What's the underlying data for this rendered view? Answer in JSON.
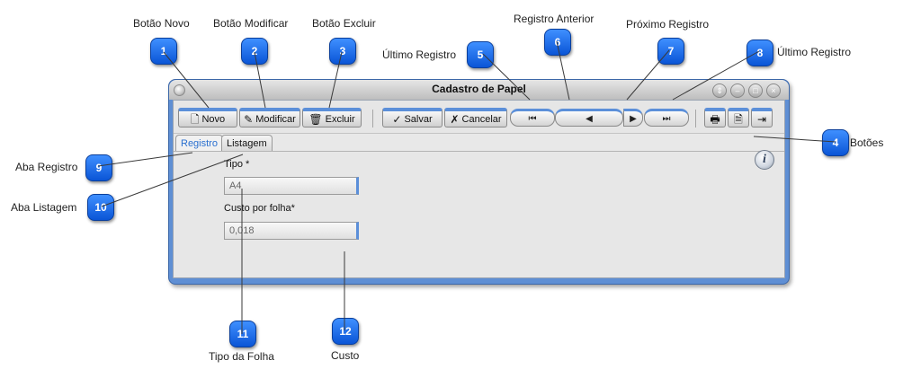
{
  "callouts": [
    {
      "n": "1",
      "label": "Botão Novo"
    },
    {
      "n": "2",
      "label": "Botão Modificar"
    },
    {
      "n": "3",
      "label": "Botão Excluir"
    },
    {
      "n": "4",
      "label": "Botões"
    },
    {
      "n": "5",
      "label": "Último Registro"
    },
    {
      "n": "6",
      "label": "Registro Anterior"
    },
    {
      "n": "7",
      "label": "Próximo Registro"
    },
    {
      "n": "8",
      "label": "Último Registro"
    },
    {
      "n": "9",
      "label": "Aba Registro"
    },
    {
      "n": "10",
      "label": "Aba Listagem"
    },
    {
      "n": "11",
      "label": "Tipo da Folha"
    },
    {
      "n": "12",
      "label": "Custo"
    }
  ],
  "window": {
    "title": "Cadastro de Papel",
    "controls": {
      "restore": "⇕",
      "minimize": "–",
      "maximize": "□",
      "close": "×"
    }
  },
  "toolbar": {
    "novo": {
      "label": "Novo",
      "icon": "new-document-icon",
      "glyph": "🗋"
    },
    "modificar": {
      "label": "Modificar",
      "icon": "edit-document-icon",
      "glyph": "✎"
    },
    "excluir": {
      "label": "Excluir",
      "icon": "trash-icon",
      "glyph": "🗑"
    },
    "salvar": {
      "label": "Salvar",
      "icon": "checkmark-icon",
      "glyph": "✓"
    },
    "cancelar": {
      "label": "Cancelar",
      "icon": "x-mark-icon",
      "glyph": "✗"
    },
    "nav": {
      "first": "⏮",
      "prev": "◀",
      "next": "▶",
      "last": "⏭"
    },
    "print": {
      "icon": "printer-icon",
      "glyph": "🖶"
    },
    "preview": {
      "icon": "report-preview-icon",
      "glyph": "🗎"
    },
    "exit": {
      "icon": "exit-door-icon",
      "glyph": "⇥"
    }
  },
  "tabs": {
    "registro": "Registro",
    "listagem": "Listagem"
  },
  "form": {
    "tipo_label": "Tipo *",
    "tipo_value": "A4",
    "custo_label": "Custo por folha*",
    "custo_value": "0,018"
  },
  "info_glyph": "i",
  "colors": {
    "badge": "#1a6ff0",
    "window_frame": "#5f8fd4",
    "button_accent": "#5b8fd9",
    "active_tab": "#2a70d0"
  }
}
